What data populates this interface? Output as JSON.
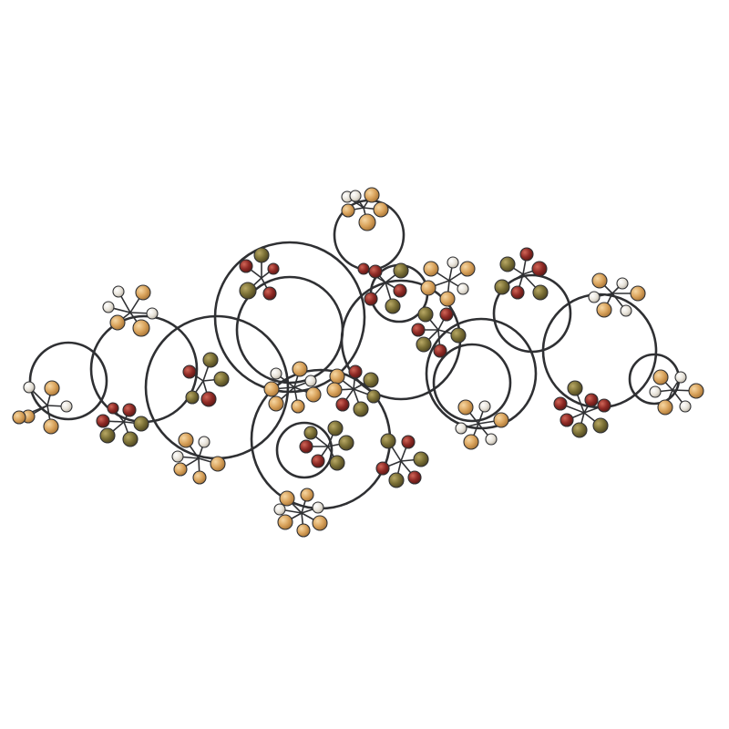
{
  "palette": {
    "background": "#ffffff",
    "wire": "#2f3033",
    "amber": "#d9a35c",
    "olive": "#7a6f35",
    "red": "#8e2a25",
    "white": "#e7e2d8"
  },
  "subject": {
    "kind": "metal wall art",
    "elements": [
      "wire-ring",
      "glass-bead-cluster"
    ]
  }
}
